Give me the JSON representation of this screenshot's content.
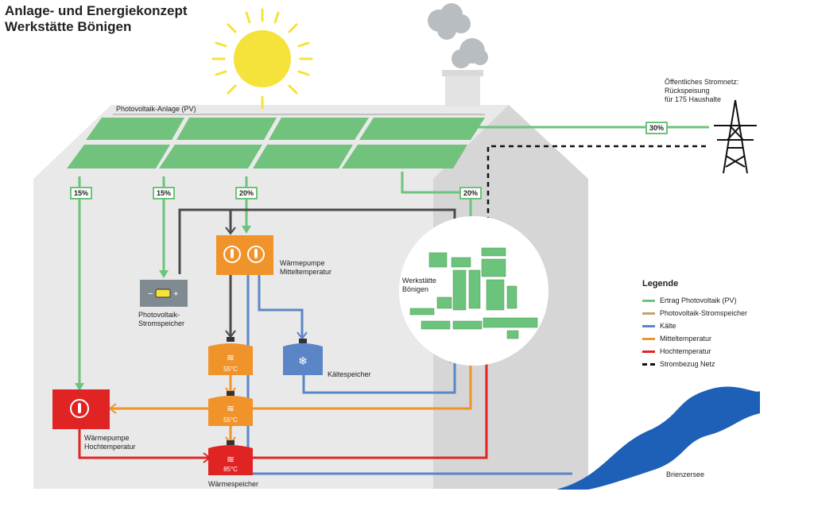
{
  "title": {
    "line1": "Anlage- und Energiekonzept",
    "line2": "Werkstätte Bönigen"
  },
  "pv": {
    "label": "Photovoltaik-Anlage (PV)"
  },
  "grid": {
    "line1": "Öffentliches Stromnetz:",
    "line2": "Rückspeisung",
    "line3": "für 175 Haushalte",
    "share": "30%"
  },
  "shares": {
    "hp_high": "15%",
    "battery": "15%",
    "hp_mid": "20%",
    "workshop": "20%"
  },
  "battery": {
    "line1": "Photovoltaik-",
    "line2": "Stromspeicher"
  },
  "hp_mid": {
    "line1": "Wärmepumpe",
    "line2": "Mitteltemperatur"
  },
  "hp_high": {
    "line1": "Wärmepumpe",
    "line2": "Hochtemperatur"
  },
  "workshop": {
    "line1": "Werkstätte",
    "line2": "Bönigen"
  },
  "cold_storage": {
    "label": "Kältespeicher"
  },
  "tanks": {
    "t1": "55°C",
    "t2": "55°C",
    "t3": "85°C"
  },
  "heat_storage": {
    "label": "Wärmespeicher"
  },
  "lake": {
    "label": "Brienzersee"
  },
  "legend": {
    "title": "Legende",
    "items": [
      {
        "label": "Ertrag Photovoltaik (PV)",
        "color": "#6cc47c",
        "style": "solid"
      },
      {
        "label": "Photovoltaik-Stromspeicher",
        "color": "#c7a26d",
        "style": "solid"
      },
      {
        "label": "Kälte",
        "color": "#5a86c8",
        "style": "solid"
      },
      {
        "label": "Mitteltemperatur",
        "color": "#f0932b",
        "style": "solid"
      },
      {
        "label": "Hochtemperatur",
        "color": "#e02424",
        "style": "solid"
      },
      {
        "label": "Strombezug Netz",
        "color": "#111111",
        "style": "dashed"
      }
    ]
  },
  "colors": {
    "pv": "#6cc47c",
    "cold": "#5a86c8",
    "mid": "#f0932b",
    "high": "#e02424",
    "grid": "#111111",
    "building": "#e6e6e6",
    "building_dark": "#d4d4d4",
    "sun": "#f5e23a",
    "panel": "#71c27c",
    "lake": "#1e5fb8"
  }
}
